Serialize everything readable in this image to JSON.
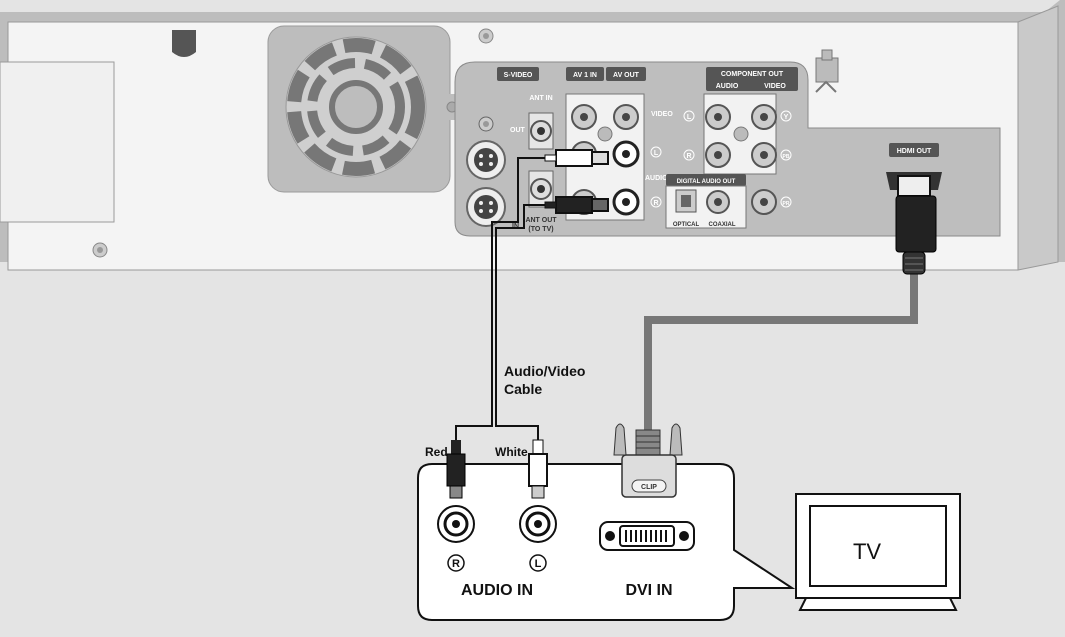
{
  "recorder_panel": {
    "s_video": "S-VIDEO",
    "av1_in": "AV 1 IN",
    "av_out": "AV OUT",
    "component_out": "COMPONENT OUT",
    "audio": "AUDIO",
    "video": "VIDEO",
    "ant_in": "ANT IN",
    "ant_out": "ANT OUT",
    "to_tv": "(TO TV)",
    "out": "OUT",
    "in": "IN",
    "video_side": "VIDEO",
    "audio_side": "AUDIO",
    "digital_audio_out": "DIGITAL AUDIO OUT",
    "optical": "OPTICAL",
    "coaxial": "COAXIAL",
    "hdmi_out": "HDMI OUT",
    "mark_l": "L",
    "mark_r": "R",
    "mark_y": "Y",
    "mark_pb": "PB",
    "mark_pr": "PR"
  },
  "cable_label_line1": "Audio/Video",
  "cable_label_line2": "Cable",
  "plug_red": "Red",
  "plug_white": "White",
  "jack_r": "R",
  "jack_l": "L",
  "audio_in": "AUDIO IN",
  "dvi_in": "DVI IN",
  "tv": "TV",
  "dvi_clip": "CLIP"
}
